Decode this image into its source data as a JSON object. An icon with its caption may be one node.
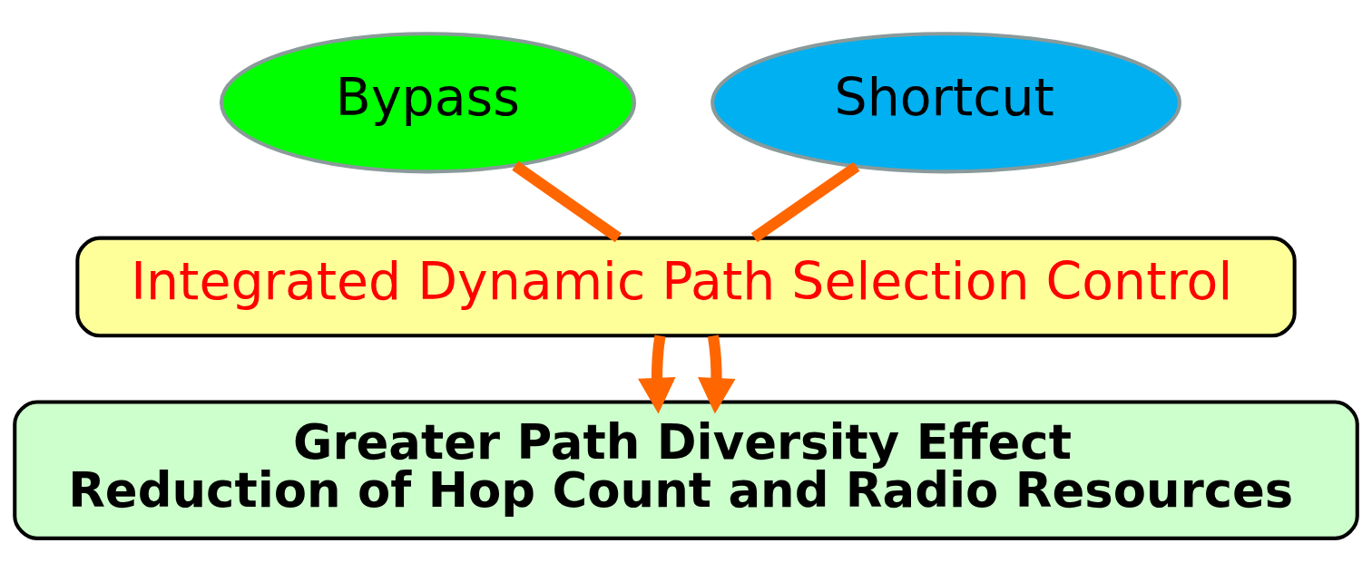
{
  "diagram": {
    "nodes": [
      {
        "text": [
          "Bypass"
        ]
      },
      {
        "text": [
          "Shortcut"
        ]
      },
      {
        "text": [
          "Integrated Dynamic Path Selection Control"
        ]
      },
      {
        "text": [
          "Greater Path Diversity Effect",
          "Reduction of Hop Count and Radio Resources"
        ]
      }
    ],
    "edges": [
      {
        "from": 0,
        "to": 2,
        "arrow": "none",
        "color": "#ff6600"
      },
      {
        "from": 1,
        "to": 2,
        "arrow": "none",
        "color": "#ff6600"
      },
      {
        "from": 2,
        "to": 3,
        "arrow": "to",
        "color": "#ff6600"
      },
      {
        "from": 2,
        "to": 3,
        "arrow": "to",
        "color": "#ff6600"
      }
    ]
  }
}
